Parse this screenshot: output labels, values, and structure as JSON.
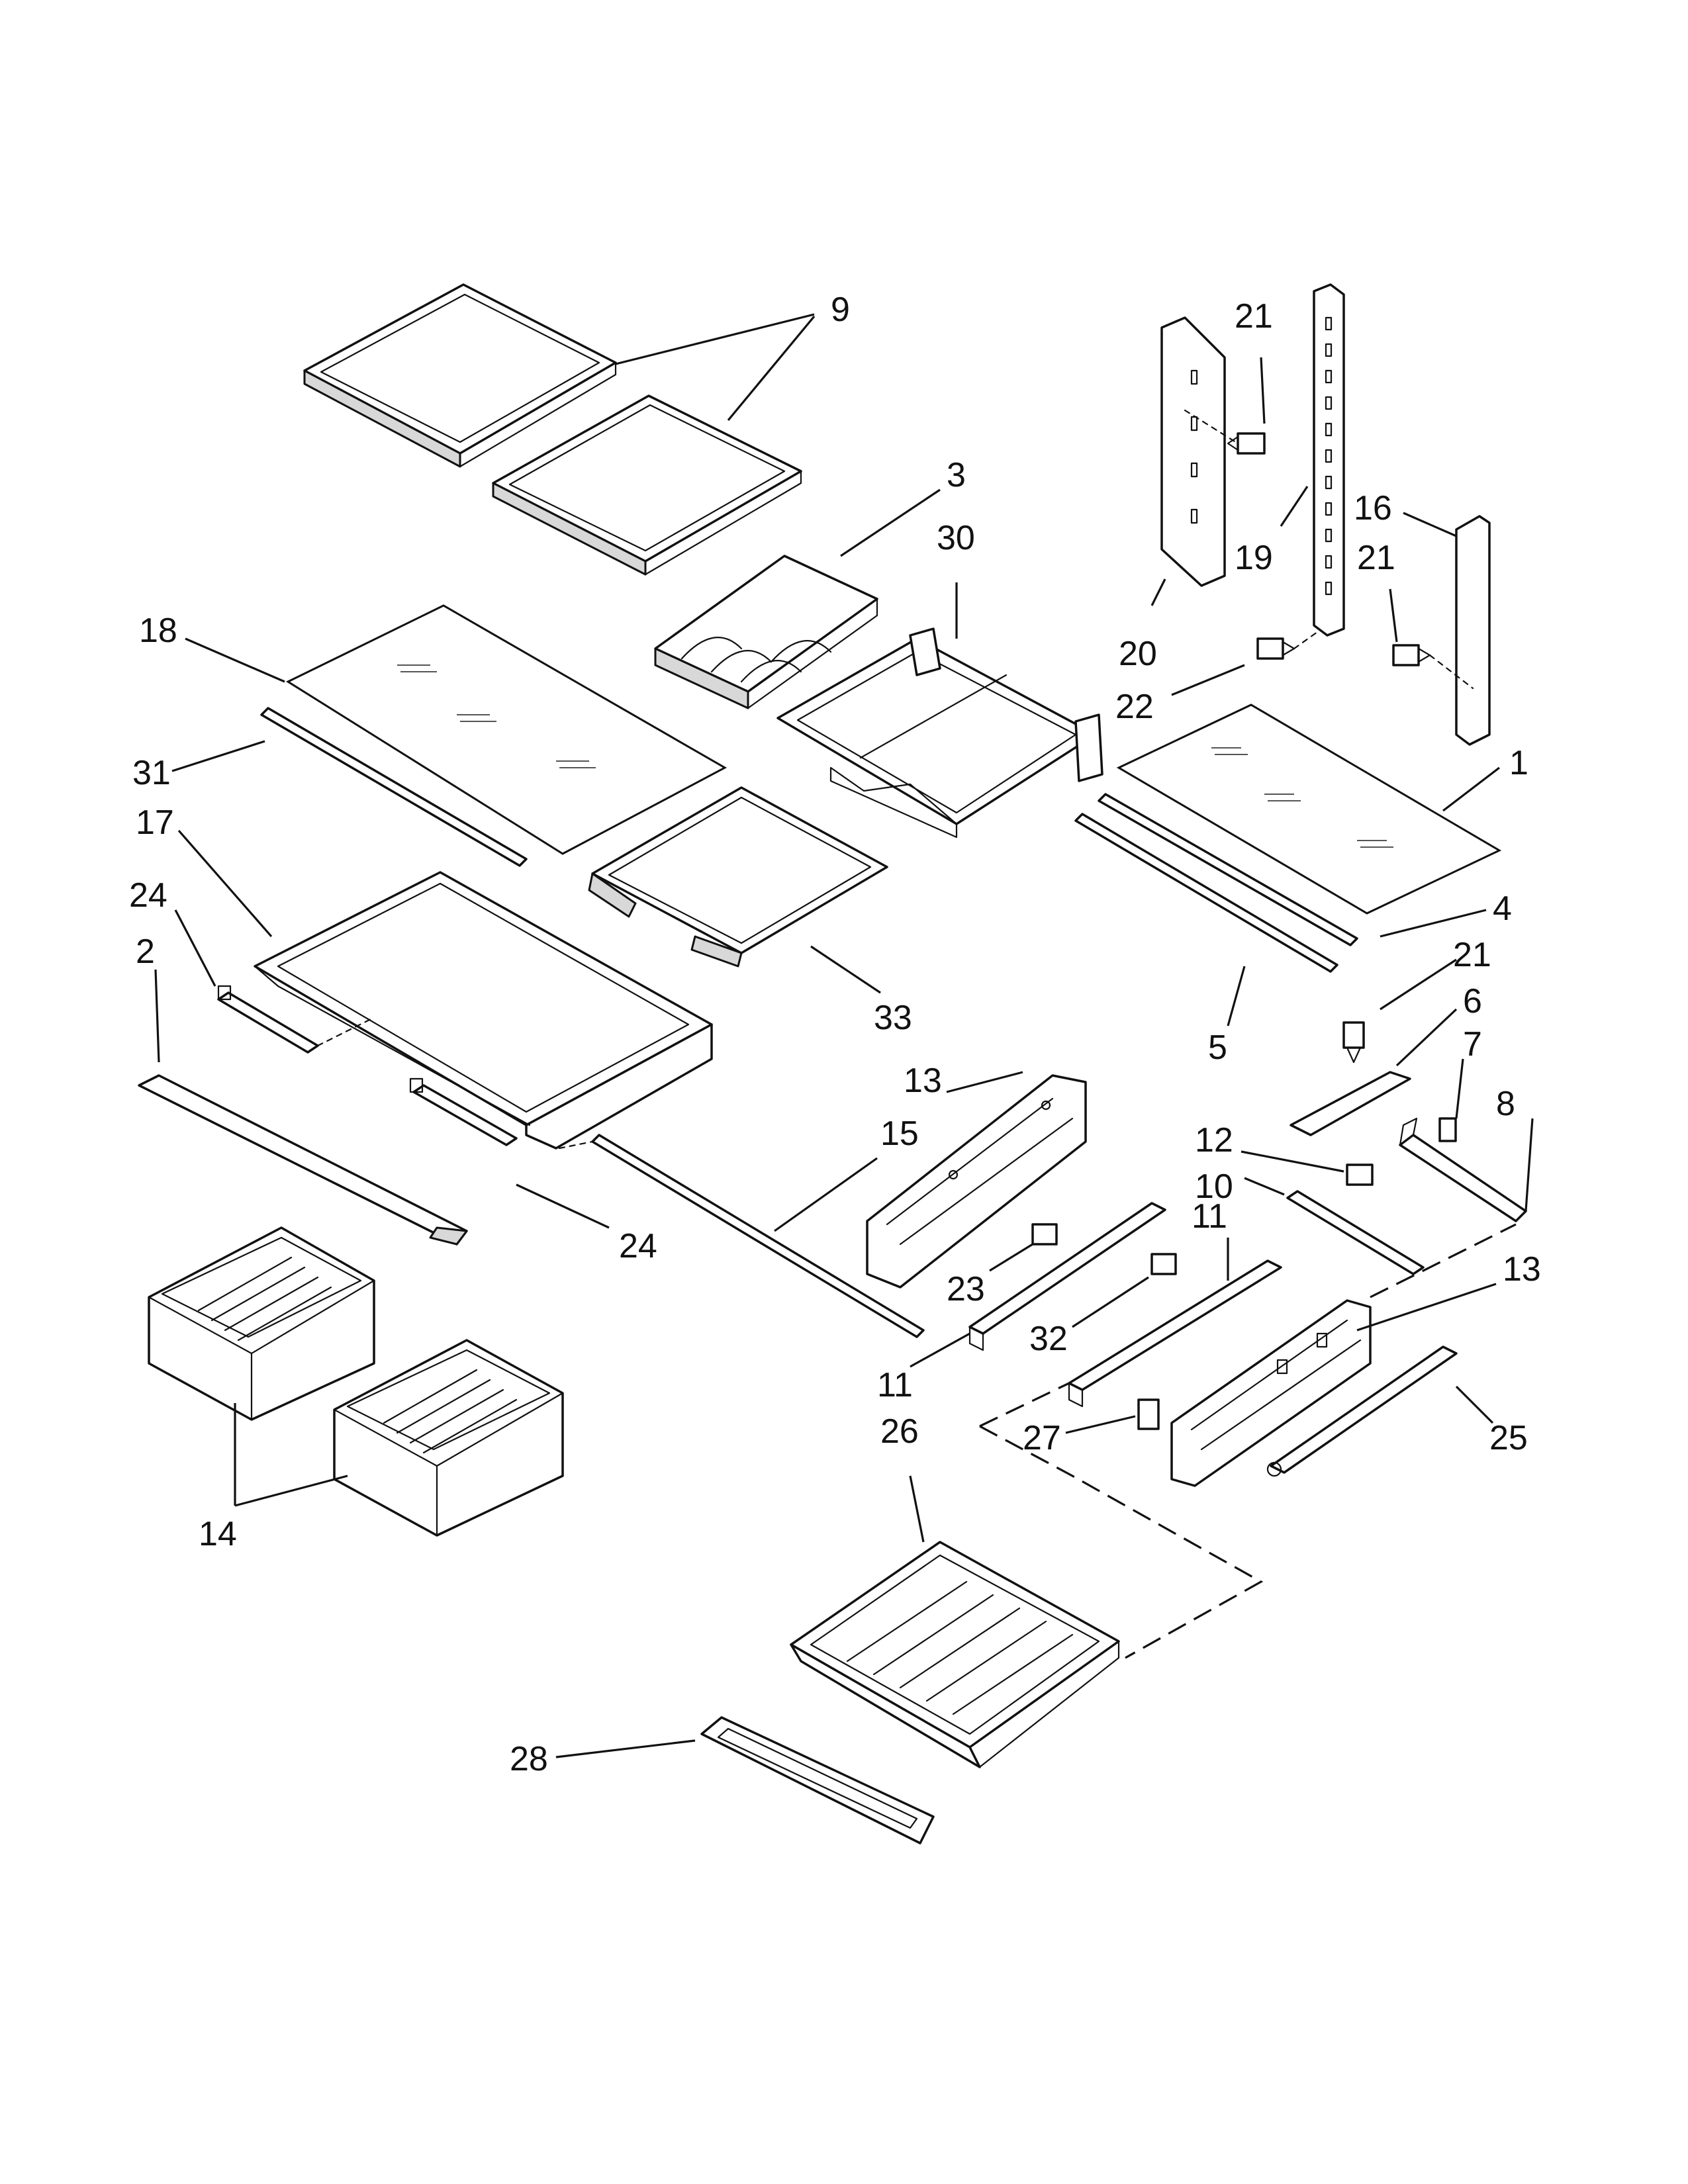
{
  "colors": {
    "line": "#111111",
    "background": "#ffffff",
    "shade": "#d8d8d8"
  },
  "callouts": [
    {
      "id": "c9",
      "text": "9"
    },
    {
      "id": "c3",
      "text": "3"
    },
    {
      "id": "c30",
      "text": "30"
    },
    {
      "id": "c21a",
      "text": "21"
    },
    {
      "id": "c16",
      "text": "16"
    },
    {
      "id": "c21b",
      "text": "21"
    },
    {
      "id": "c19",
      "text": "19"
    },
    {
      "id": "c20",
      "text": "20"
    },
    {
      "id": "c22",
      "text": "22"
    },
    {
      "id": "c18",
      "text": "18"
    },
    {
      "id": "c31",
      "text": "31"
    },
    {
      "id": "c1",
      "text": "1"
    },
    {
      "id": "c17",
      "text": "17"
    },
    {
      "id": "c24a",
      "text": "24"
    },
    {
      "id": "c2",
      "text": "2"
    },
    {
      "id": "c4",
      "text": "4"
    },
    {
      "id": "c21c",
      "text": "21"
    },
    {
      "id": "c6",
      "text": "6"
    },
    {
      "id": "c7",
      "text": "7"
    },
    {
      "id": "c33",
      "text": "33"
    },
    {
      "id": "c5",
      "text": "5"
    },
    {
      "id": "c13a",
      "text": "13"
    },
    {
      "id": "c15",
      "text": "15"
    },
    {
      "id": "c12",
      "text": "12"
    },
    {
      "id": "c8",
      "text": "8"
    },
    {
      "id": "c10",
      "text": "10"
    },
    {
      "id": "c11a",
      "text": "11"
    },
    {
      "id": "c24b",
      "text": "24"
    },
    {
      "id": "c23",
      "text": "23"
    },
    {
      "id": "c13b",
      "text": "13"
    },
    {
      "id": "c32",
      "text": "32"
    },
    {
      "id": "c11b",
      "text": "11"
    },
    {
      "id": "c26",
      "text": "26"
    },
    {
      "id": "c27",
      "text": "27"
    },
    {
      "id": "c25",
      "text": "25"
    },
    {
      "id": "c14",
      "text": "14"
    },
    {
      "id": "c28",
      "text": "28"
    }
  ]
}
